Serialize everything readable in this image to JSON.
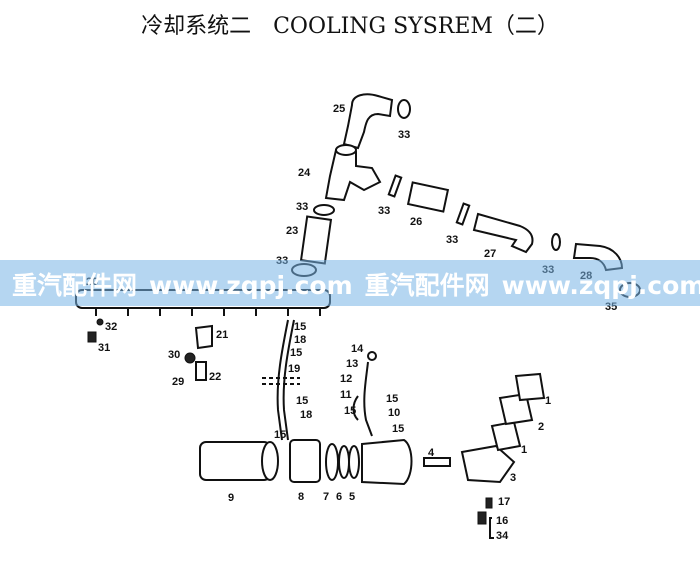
{
  "title": {
    "zh": "冷却系统二",
    "en": "COOLING SYSREM（二）"
  },
  "watermark": {
    "site_name": "重汽配件网",
    "domain": "www.zqpj.com"
  },
  "colors": {
    "watermark_band": "#78b4e6",
    "line": "#111111"
  },
  "callouts": {
    "c25": "25",
    "c33a": "33",
    "c24": "24",
    "c33b": "33",
    "c33c": "33",
    "c26": "26",
    "c23": "23",
    "c33d": "33",
    "c27": "27",
    "c33e": "33",
    "c28": "28",
    "c33f": "33",
    "c35": "35",
    "c20": "20",
    "c32": "32",
    "c31": "31",
    "c21": "21",
    "c30": "30",
    "c29": "29",
    "c22": "22",
    "c15a": "15",
    "c18a": "18",
    "c15b": "15",
    "c19": "19",
    "c15c": "15",
    "c18b": "18",
    "c15d": "15",
    "c14": "14",
    "c13": "13",
    "c12": "12",
    "c11": "11",
    "c15e": "15",
    "c10": "10",
    "c15f": "15",
    "c15g": "15",
    "c1a": "1",
    "c2": "2",
    "c1b": "1",
    "c3": "3",
    "c4": "4",
    "c17": "17",
    "c16": "16",
    "c34": "34",
    "c9": "9",
    "c8": "8",
    "c7": "7",
    "c6": "6",
    "c5": "5"
  }
}
